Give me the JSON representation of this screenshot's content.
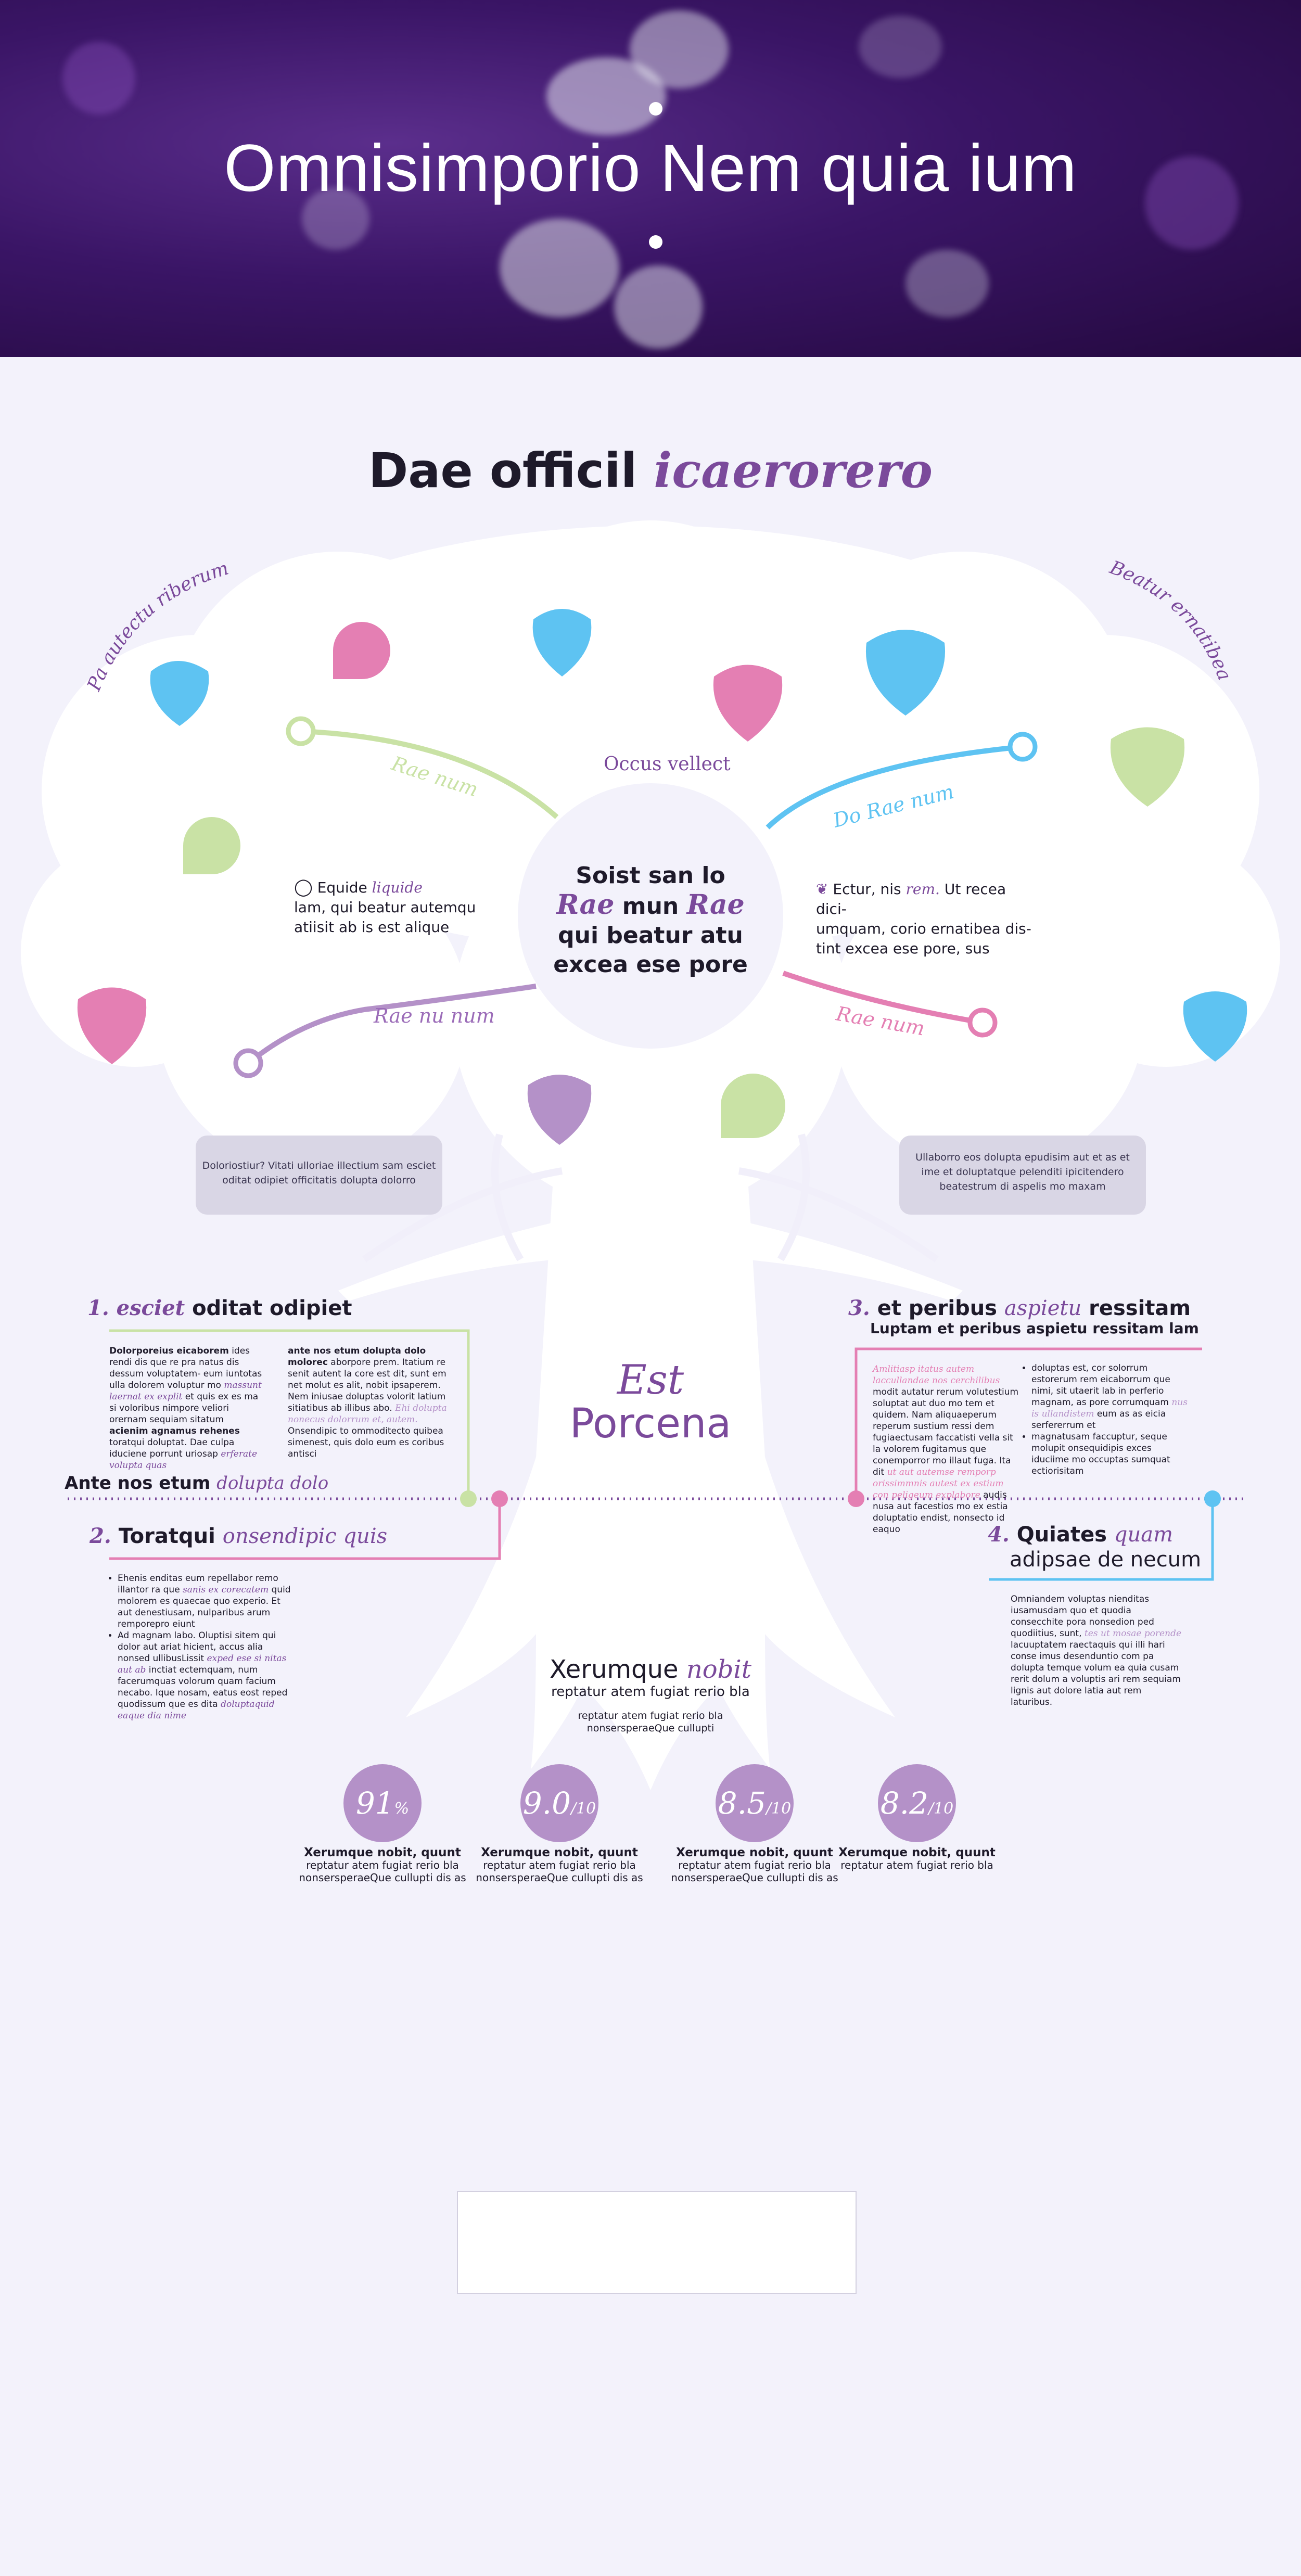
{
  "hero": {
    "title": "Omnisimporio Nem quia ium"
  },
  "heading": {
    "plain": "Dae officil ",
    "italic": "icaerorero"
  },
  "arc_left": "Pa autectu riberum",
  "arc_right": "Beatur ernatibea",
  "branch_labels": {
    "rae_num": "Rae num",
    "occus": "Occus vellect",
    "do_rae_num": "Do Rae num",
    "rae_nu_num": "Rae nu num",
    "rae_num_right": "Rae num"
  },
  "center": {
    "l1": "Soist san lo",
    "l2a": "Rae",
    "l2b": " mun ",
    "l2c": "Rae",
    "l3": "qui beatur atu",
    "l4": "excea ese pore"
  },
  "left_note": {
    "a": "Equide ",
    "b": "liquide",
    "c": "lam, qui beatur autemqu",
    "d": "atiisit ab is est alique"
  },
  "right_note": {
    "a": "Ectur, nis ",
    "b": "rem.",
    "c": " Ut recea dici-",
    "d": "umquam, corio ernatibea dis-",
    "e": "tint excea ese pore, sus"
  },
  "grey_left": {
    "l1": "Doloriostiur? Vitati ulloriae illectium sam esciet",
    "l2": "oditat odipiet officitatis dolupta dolorro"
  },
  "grey_right": {
    "l1": "Ullaborro eos dolupta epudisim aut et as et",
    "l2": "ime et doluptatque pelenditi ipicitendero",
    "l3": "beatestrum di aspelis mo maxam"
  },
  "trunk": {
    "est": "Est",
    "porcena": "Porcena"
  },
  "sec1": {
    "num": "1. esciet",
    "title": " oditat odipiet",
    "col1_title": "Dolorporeius eicaborem",
    "col1_body": " ides rendi dis que re pra natus dis dessum voluptatem- eum iuntotas ulla dolorem voluptur mo ",
    "col1_it": "massunt laernat ex explit",
    "col1_b2": " et quis ex es ma si voloribus nimpore veliori orernam sequiam sitatum",
    "col1_t2": "acienim agnamus rehenes",
    "col1_b3": " toratqui doluptat. Dae culpa iduciene porrunt uriosap ",
    "col1_it2": "erferate volupta quas",
    "col2_title": "ante nos etum dolupta dolo molorec",
    "col2_body": " aborpore prem. Itatium re senit autent la core est dit, sunt em net molut es alit, nobit ipsaperem. Nem iniusae doluptas volorit latium sitiatibus ab illibus abo. ",
    "col2_it": "Ehi dolupta nonecus dolorrum et, autem.",
    "col2_b2": " Onsendipic to ommoditecto quibea simenest, quis dolo eum es coribus antisci"
  },
  "axis": {
    "plain": "Ante nos etum ",
    "italic": "dolupta dolo"
  },
  "sec2": {
    "num": "2.",
    "title_a": " Toratqui ",
    "title_b": "onsendipic quis",
    "b1": "Ehenis enditas eum repellabor remo illantor ra que ",
    "b1i": "sanis ex corecatem",
    "b1c": " quid molorem es quaecae quo experio. Et aut denestiusam, nulparibus arum remporepro eiunt",
    "b2": "Ad magnam labo. Oluptisi sitem qui dolor aut ariat hicient, accus alia nonsed ullibusLissit ",
    "b2i": "exped ese si nitas aut ab",
    "b2c": " inctiat ectemquam, num facerumquas volorum quam facium necabo. Ique nosam, eatus eost reped quodissum que es dita ",
    "b2i2": "doluptaquid eaque dia nime"
  },
  "sec3": {
    "num": "3.",
    "title_a": " et peribus ",
    "title_b": "aspietu",
    "title_c": " ressitam",
    "sub": "Luptam et peribus aspietu ressitam lam",
    "c1i": "Amlitiasp itatus autem laccullandae nos cerchilibus",
    "c1": " modit autatur rerum volutestium soluptat aut duo mo tem et quidem. Nam aliquaeperum reperum sustium ressi dem",
    "c1b": "fugiaectusam faccatisti vella sit la volorem fugitamus que conemporror mo illaut fuga. Ita dit ",
    "c1bi": "ut aut autemse remporp orissimmnis autest ex estium con peligeum explabore",
    "c1bc": " audis nusa aut facestios mo ex estia doluptatio endist, nonsecto id eaquo",
    "c2a": "doluptas est, cor solorrum estorerum rem eicaborrum que nimi, sit utaerit lab in perferio magnam, as pore corrumquam ",
    "c2ai": "nus is ullandistem",
    "c2ac": " eum as as eicia serfererrum et",
    "c2b": "magnatusam faccuptur, seque molupit onsequidipis exces iduciime mo occuptas sumquat ectiorisitam"
  },
  "sec4": {
    "num": "4.",
    "title_a": " Quiates ",
    "title_b": "quam",
    "title_c": "adipsae de necum",
    "body": "Omniandem voluptas nienditas iusamusdam quo et quodia consecchite pora nonsedion ped quodiitius, sunt, ",
    "body_i": "tes ut mosae porende",
    "body_c": " lacuuptatem raectaquis qui illi hari conse imus desenduntio com pa dolupta temque volum ea quia cusam rerit dolum a voluptis ari rem sequiam lignis aut dolore latia aut rem laturibus."
  },
  "roots": {
    "title_a": "Xerumque ",
    "title_b": "nobit",
    "sub": "reptatur atem fugiat rerio bla",
    "l1": "reptatur atem fugiat rerio bla",
    "l2": "nonsersperaeQue cullupti"
  },
  "stats": [
    {
      "value": "91",
      "unit": "%",
      "title": "Xerumque nobit, quunt",
      "l1": "reptatur atem fugiat rerio bla",
      "l2": "nonsersperaeQue cullupti dis as"
    },
    {
      "value": "9.0",
      "unit": "/10",
      "title": "Xerumque nobit, quunt",
      "l1": "reptatur atem fugiat rerio bla",
      "l2": "nonsersperaeQue cullupti dis as"
    },
    {
      "value": "8.5",
      "unit": "/10",
      "title": "Xerumque nobit, quunt",
      "l1": "reptatur atem fugiat rerio bla",
      "l2": "nonsersperaeQue cullupti dis as"
    },
    {
      "value": "8.2",
      "unit": "/10",
      "title": "Xerumque nobit, quunt",
      "l1": "reptatur atem fugiat rerio bla",
      "l2": ""
    }
  ],
  "colors": {
    "purple": "#7b4a9b",
    "pink": "#e47fb3",
    "blue": "#5ec3f2",
    "green": "#c9e2a5",
    "lavender": "#b491c8",
    "bg": "#f3f2fb"
  },
  "icons": [
    "apple-icon",
    "leaf-icon",
    "strawberry-icon"
  ]
}
